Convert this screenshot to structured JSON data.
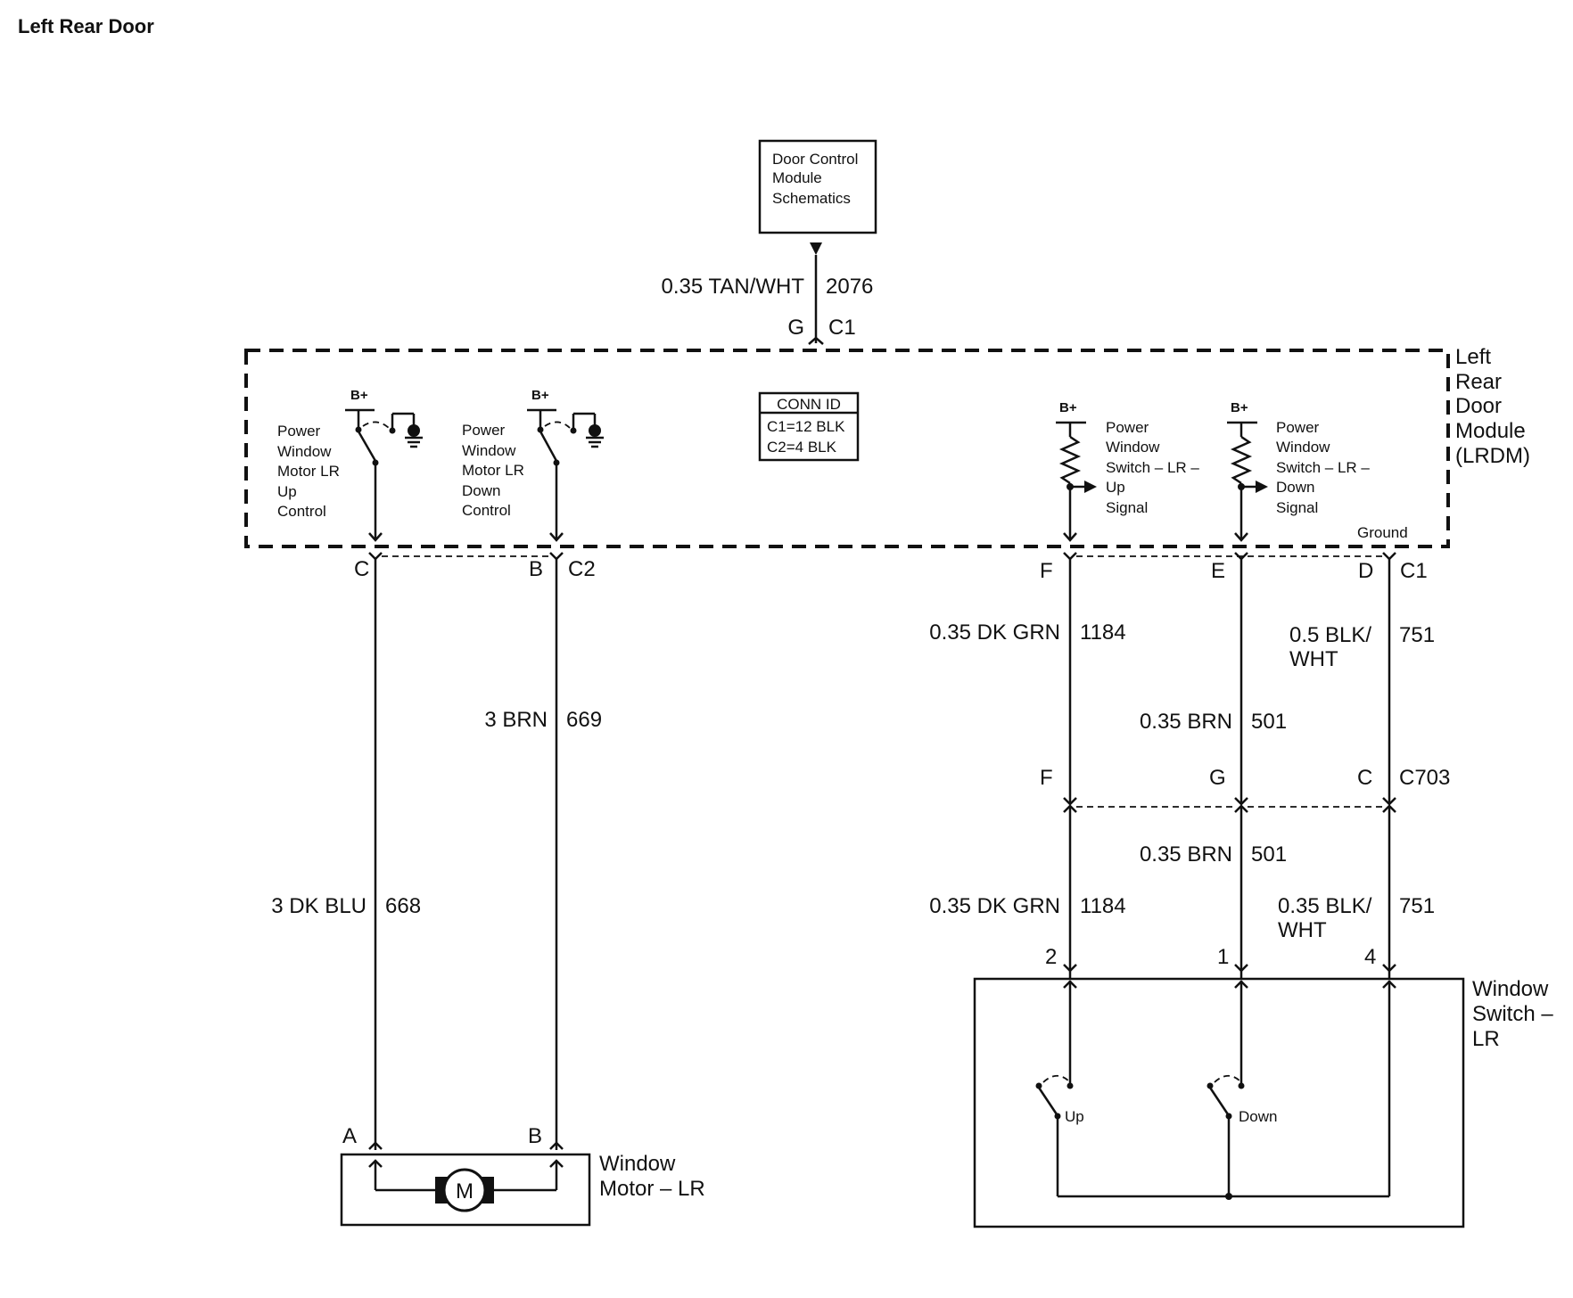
{
  "page": {
    "title": "Left Rear Door"
  },
  "source_box": {
    "lines": [
      "Door Control",
      "Module",
      "Schematics"
    ]
  },
  "input_wire": {
    "gauge_color": "0.35 TAN/WHT",
    "circuit": "2076",
    "pin": "G",
    "connector": "C1"
  },
  "module": {
    "name_lines": [
      "Left",
      "Rear",
      "Door",
      "Module",
      "(LRDM)"
    ],
    "conn_id": {
      "header": "CONN ID",
      "rows": [
        "C1=12 BLK",
        "C2=4 BLK"
      ]
    },
    "bplus": "B+",
    "up_control": [
      "Power",
      "Window",
      "Motor LR",
      "Up",
      "Control"
    ],
    "down_control": [
      "Power",
      "Window",
      "Motor LR",
      "Down",
      "Control"
    ],
    "switch_up_signal": [
      "Power",
      "Window",
      "Switch – LR –",
      "Up",
      "Signal"
    ],
    "switch_down_signal": [
      "Power",
      "Window",
      "Switch – LR –",
      "Down",
      "Signal"
    ],
    "ground": "Ground"
  },
  "module_pins": {
    "c": "C",
    "b": "B",
    "c2": "C2",
    "f": "F",
    "e": "E",
    "d": "D",
    "c1": "C1"
  },
  "wires": {
    "w668": {
      "gauge_color": "3 DK BLU",
      "circuit": "668"
    },
    "w669": {
      "gauge_color": "3 BRN",
      "circuit": "669"
    },
    "w1184_upper": {
      "gauge_color": "0.35 DK GRN",
      "circuit": "1184"
    },
    "w501_upper": {
      "gauge_color": "0.35 BRN",
      "circuit": "501"
    },
    "w751_upper": {
      "gauge_color_l1": "0.5 BLK/",
      "gauge_color_l2": "WHT",
      "circuit": "751"
    },
    "w501_lower": {
      "gauge_color": "0.35 BRN",
      "circuit": "501"
    },
    "w1184_lower": {
      "gauge_color": "0.35 DK GRN",
      "circuit": "1184"
    },
    "w751_lower": {
      "gauge_color_l1": "0.35 BLK/",
      "gauge_color_l2": "WHT",
      "circuit": "751"
    }
  },
  "inline_connector": {
    "name": "C703",
    "pins": [
      "F",
      "G",
      "C"
    ]
  },
  "switch": {
    "name_lines": [
      "Window",
      "Switch –",
      "LR"
    ],
    "pins": [
      "2",
      "1",
      "4"
    ],
    "up": "Up",
    "down": "Down"
  },
  "motor": {
    "name_lines": [
      "Window",
      "Motor – LR"
    ],
    "symbol": "M",
    "pin_a": "A",
    "pin_b": "B"
  }
}
